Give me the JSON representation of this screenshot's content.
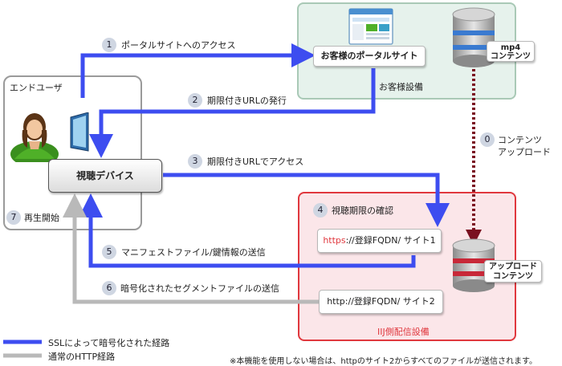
{
  "end_user": {
    "title": "エンドユーザ",
    "device_label": "視聴デバイス",
    "step7": "7",
    "step7_label": "再生開始"
  },
  "customer": {
    "title": "お客様設備",
    "portal_label": "お客様のポータルサイト",
    "content_label": [
      "mp4",
      "コンテンツ"
    ]
  },
  "iij": {
    "title": "IIJ側配信設備",
    "step4": "4",
    "step4_label": "視聴期限の確認",
    "site1": "https://登録FQDN/ サイト1",
    "site1_prefix": "https",
    "site1_rest": "://登録FQDN/ サイト1",
    "site2": "http://登録FQDN/ サイト2",
    "upload_label": [
      "アップロード",
      "コンテンツ"
    ]
  },
  "steps": [
    {
      "num": "1",
      "label": "ポータルサイトへのアクセス"
    },
    {
      "num": "2",
      "label": "期限付きURLの発行"
    },
    {
      "num": "3",
      "label": "期限付きURLでアクセス"
    },
    {
      "num": "5",
      "label": "マニフェストファイル/鍵情報の送信"
    },
    {
      "num": "6",
      "label": "暗号化されたセグメントファイルの送信"
    }
  ],
  "step0": {
    "num": "0",
    "label_line1": "コンテンツ",
    "label_line2": "アップロード"
  },
  "legend": {
    "ssl_label": "SSLによって暗号化された経路",
    "http_label": "通常のHTTP経路"
  },
  "footnote": "※本機能を使用しない場合は、httpのサイト2からすべてのファイルが送信されます。",
  "colors": {
    "ssl": "#3d4df0",
    "http": "#b9b9b9",
    "dashed": "#7a1020",
    "iij_border": "#e0383e",
    "https_red": "#e0383e"
  }
}
